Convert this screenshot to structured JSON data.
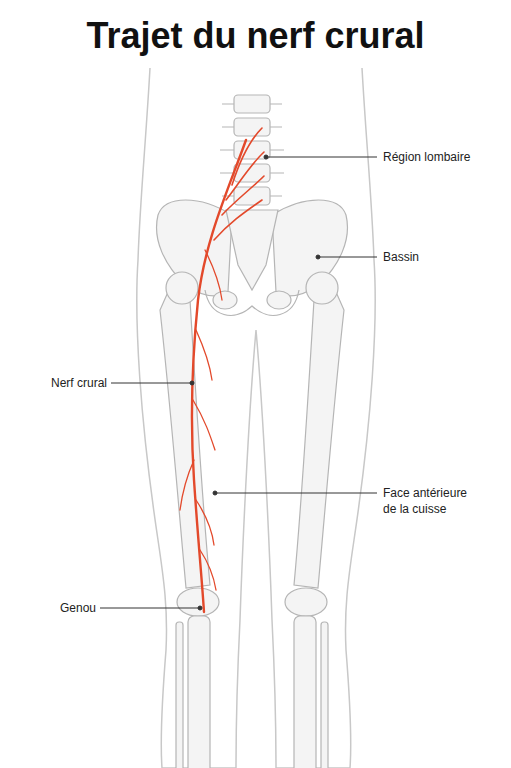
{
  "diagram": {
    "title": "Trajet du nerf crural",
    "labels": [
      "Région lombaire",
      "Bassin",
      "Nerf crural",
      "Face antérieure de la cuisse",
      "Genou"
    ]
  }
}
